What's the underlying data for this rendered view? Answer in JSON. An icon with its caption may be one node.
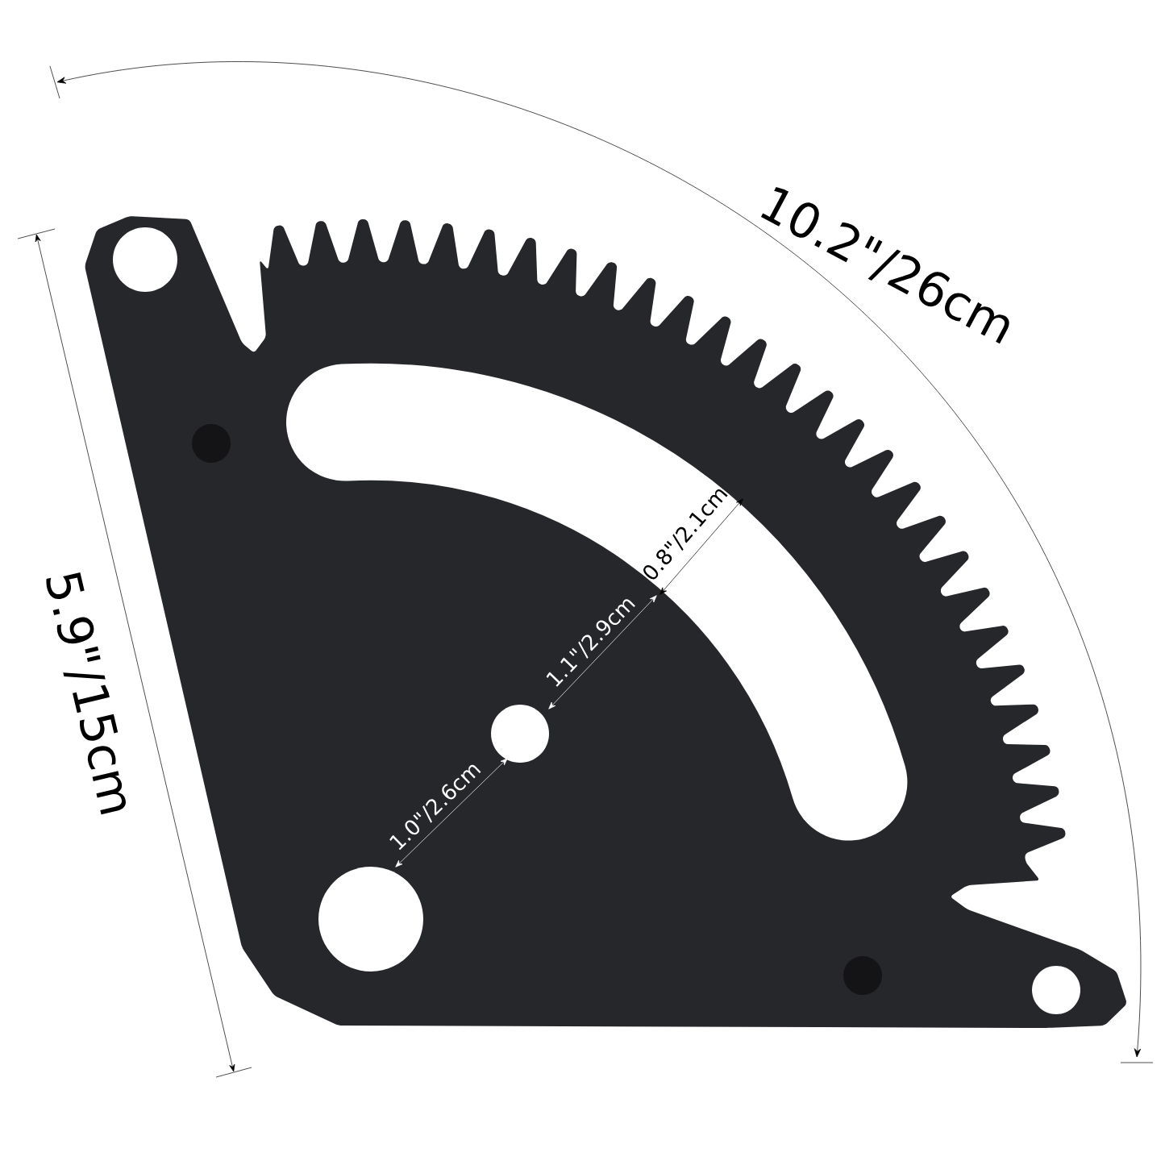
{
  "diagram": {
    "labels": [
      "10.2\"/26cm",
      "5.9\"/15cm",
      "0.8\"/2.1cm",
      "1.1\"/2.9cm",
      "1.0\"/2.6cm"
    ]
  }
}
